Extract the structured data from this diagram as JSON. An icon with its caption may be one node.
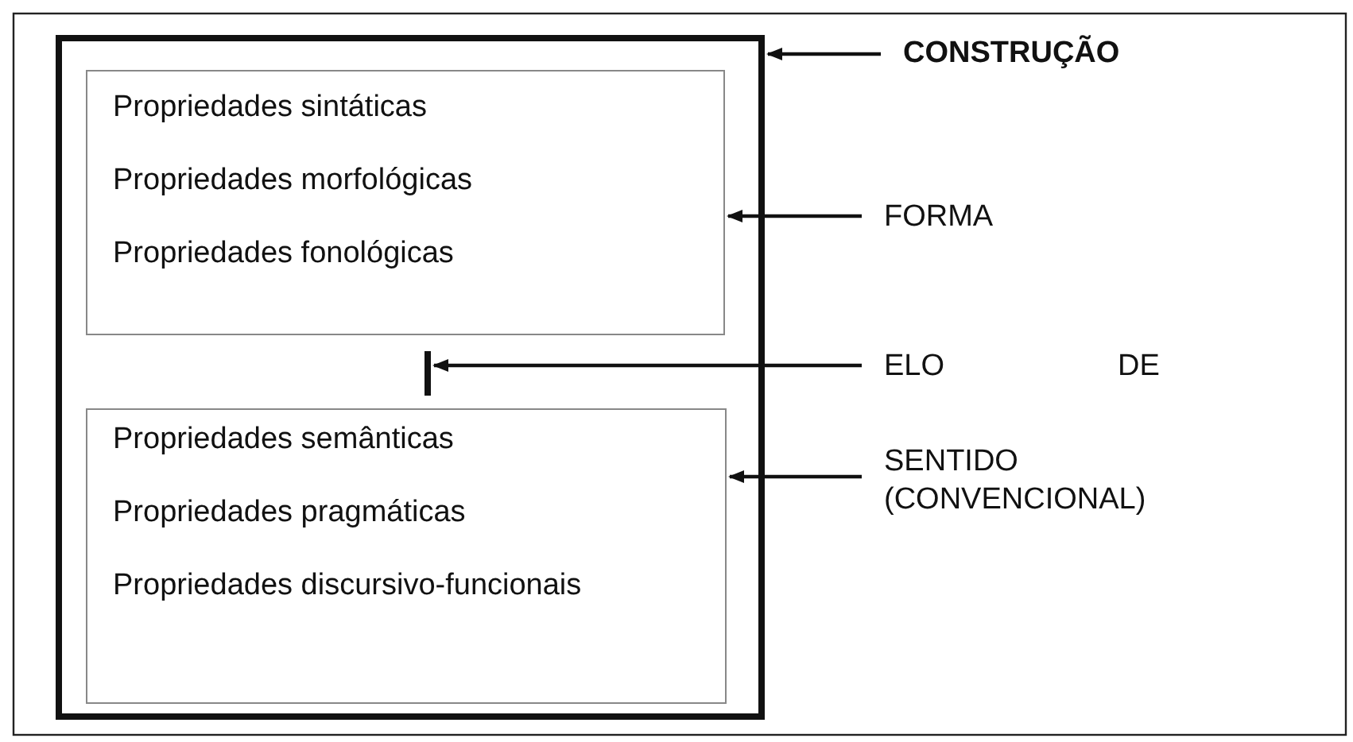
{
  "diagram": {
    "nodes": [
      {
        "text": [],
        "shape": "box"
      },
      {
        "text": [
          "Propriedades sintáticas",
          "Propriedades morfológicas",
          "Propriedades fonológicas"
        ],
        "in": 0
      },
      {
        "text": [],
        "shape": "bar",
        "in": 0
      },
      {
        "text": [
          "Propriedades semânticas",
          "Propriedades pragmáticas",
          "Propriedades discursivo-funcionais"
        ],
        "in": 0
      },
      {
        "text": [
          "CONSTRUÇÃO"
        ]
      },
      {
        "text": [
          "FORMA"
        ]
      },
      {
        "text": [
          "ELO",
          "DE"
        ]
      },
      {
        "text": [
          "SENTIDO (CONVENCIONAL)"
        ]
      }
    ],
    "edges": [
      {
        "from": 4,
        "to": 0,
        "arrow": "to"
      },
      {
        "from": 5,
        "to": 1,
        "arrow": "to"
      },
      {
        "from": 6,
        "to": 2,
        "arrow": "to"
      },
      {
        "from": 7,
        "to": 3,
        "arrow": "to"
      }
    ]
  }
}
